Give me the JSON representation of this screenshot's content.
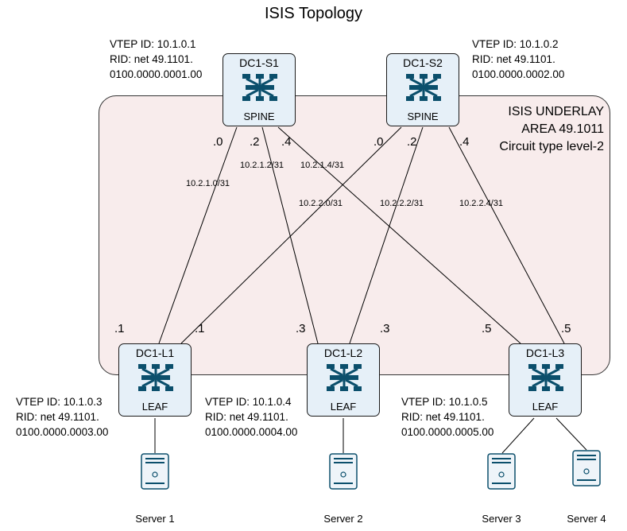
{
  "title": "ISIS Topology",
  "area_label": [
    "ISIS UNDERLAY",
    "AREA 49.1011",
    "Circuit type level-2"
  ],
  "spines": [
    {
      "name": "DC1-S1",
      "role": "SPINE",
      "info": [
        "VTEP ID: 10.1.0.1",
        "RID: net 49.1101.",
        "0100.0000.0001.00"
      ]
    },
    {
      "name": "DC1-S2",
      "role": "SPINE",
      "info": [
        "VTEP ID: 10.1.0.2",
        "RID: net 49.1101.",
        "0100.0000.0002.00"
      ]
    }
  ],
  "leaves": [
    {
      "name": "DC1-L1",
      "role": "LEAF",
      "info": [
        "VTEP ID: 10.1.0.3",
        "RID: net 49.1101.",
        "0100.0000.0003.00"
      ]
    },
    {
      "name": "DC1-L2",
      "role": "LEAF",
      "info": [
        "VTEP ID: 10.1.0.4",
        "RID: net 49.1101.",
        "0100.0000.0004.00"
      ]
    },
    {
      "name": "DC1-L3",
      "role": "LEAF",
      "info": [
        "VTEP ID: 10.1.0.5",
        "RID: net 49.1101.",
        "0100.0000.0005.00"
      ]
    }
  ],
  "links": [
    {
      "subnet": "10.2.1.0/31",
      "spine_host": ".0",
      "leaf_host": ".1"
    },
    {
      "subnet": "10.2.1.2/31",
      "spine_host": ".2",
      "leaf_host": ".3"
    },
    {
      "subnet": "10.2.1.4/31",
      "spine_host": ".4",
      "leaf_host": ".5"
    },
    {
      "subnet": "10.2.2.0/31",
      "spine_host": ".0",
      "leaf_host": ".1"
    },
    {
      "subnet": "10.2.2.2/31",
      "spine_host": ".2",
      "leaf_host": ".3"
    },
    {
      "subnet": "10.2.2.4/31",
      "spine_host": ".4",
      "leaf_host": ".5"
    }
  ],
  "servers": [
    "Server 1",
    "Server 2",
    "Server 3",
    "Server 4"
  ],
  "colors": {
    "area_fill": "#f8ecec",
    "node_fill": "#e6f0f8",
    "icon": "#0b4f6c"
  }
}
